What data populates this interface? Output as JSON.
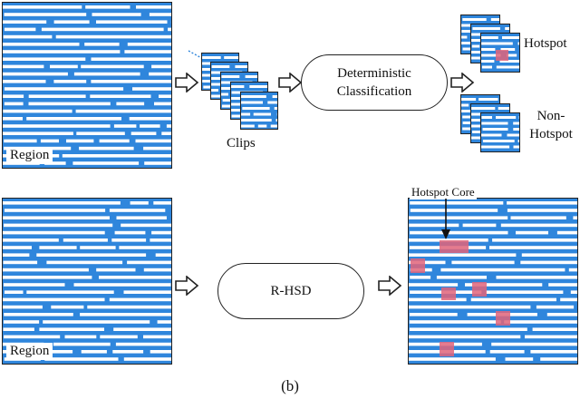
{
  "top_row": {
    "region_label": "Region",
    "clips_label": "Clips",
    "process_label": "Deterministic Classification",
    "output_hotspot_label": "Hotspot",
    "output_nonhotspot_label": "Non-Hotspot"
  },
  "bottom_row": {
    "region_label": "Region",
    "process_label": "R-HSD",
    "hotspot_core_label": "Hotspot Core"
  },
  "caption": "(b)",
  "colors": {
    "layout_blue": "#2f86dc",
    "wire_white": "#ffffff",
    "hotspot_red": "#e0647a",
    "outline": "#222222"
  }
}
